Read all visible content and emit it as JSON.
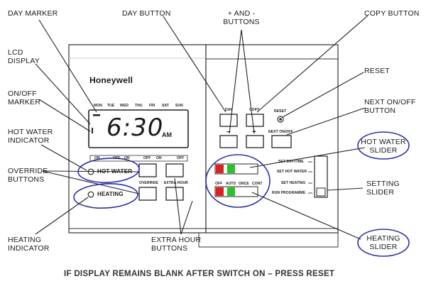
{
  "callouts": {
    "day_marker": "DAY MARKER",
    "lcd_display_1": "LCD",
    "lcd_display_2": "DISPLAY",
    "onoff_marker_1": "ON/OFF",
    "onoff_marker_2": "MARKER",
    "hot_water_indicator_1": "HOT WATER",
    "hot_water_indicator_2": "INDICATOR",
    "override_buttons_1": "OVERRIDE",
    "override_buttons_2": "BUTTONS",
    "heating_indicator_1": "HEATING",
    "heating_indicator_2": "INDICATOR",
    "day_button": "DAY BUTTON",
    "plus_minus_1": "+ AND -",
    "plus_minus_2": "BUTTONS",
    "copy_button": "COPY BUTTON",
    "reset": "RESET",
    "next_onoff_1": "NEXT ON/OFF",
    "next_onoff_2": "BUTTON",
    "hot_water_slider_1": "HOT WATER",
    "hot_water_slider_2": "SLIDER",
    "setting_slider_1": "SETTING",
    "setting_slider_2": "SLIDER",
    "heating_slider_1": "HEATING",
    "heating_slider_2": "SLIDER",
    "extra_hour_1": "EXTRA HOUR",
    "extra_hour_2": "BUTTONS"
  },
  "device": {
    "brand": "Honeywell",
    "days": [
      "MON",
      "TUE",
      "WED",
      "THU",
      "FRI",
      "SAT",
      "SUN"
    ],
    "time": "6:30",
    "ampm": "AM",
    "onoff_labels": [
      "ON",
      "OFF",
      "ON",
      "OFF",
      "ON",
      "OFF"
    ],
    "hot_water_label": "HOT WATER",
    "heating_label": "HEATING",
    "override_label": "OVERRIDE",
    "extra_hour_label": "EXTRA HOUR",
    "day_btn": "DAY",
    "copy_btn": "COPY",
    "reset_btn": "RESET",
    "minus_btn": "−",
    "plus_btn": "+",
    "next_btn": "NEXT ON/OFF",
    "mode_labels": [
      "OFF",
      "AUTO",
      "ONCE",
      "CONT"
    ],
    "setting_labels": [
      "SET DAY/TIME",
      "SET HOT WATER",
      "SET HEATING",
      "RUN PROGRAMME"
    ]
  },
  "footer": "IF DISPLAY REMAINS BLANK AFTER SWITCH ON – PRESS RESET",
  "colors": {
    "highlight_ellipse": "#2b2fb0",
    "slider_red": "#e02020",
    "slider_green": "#26c426"
  }
}
